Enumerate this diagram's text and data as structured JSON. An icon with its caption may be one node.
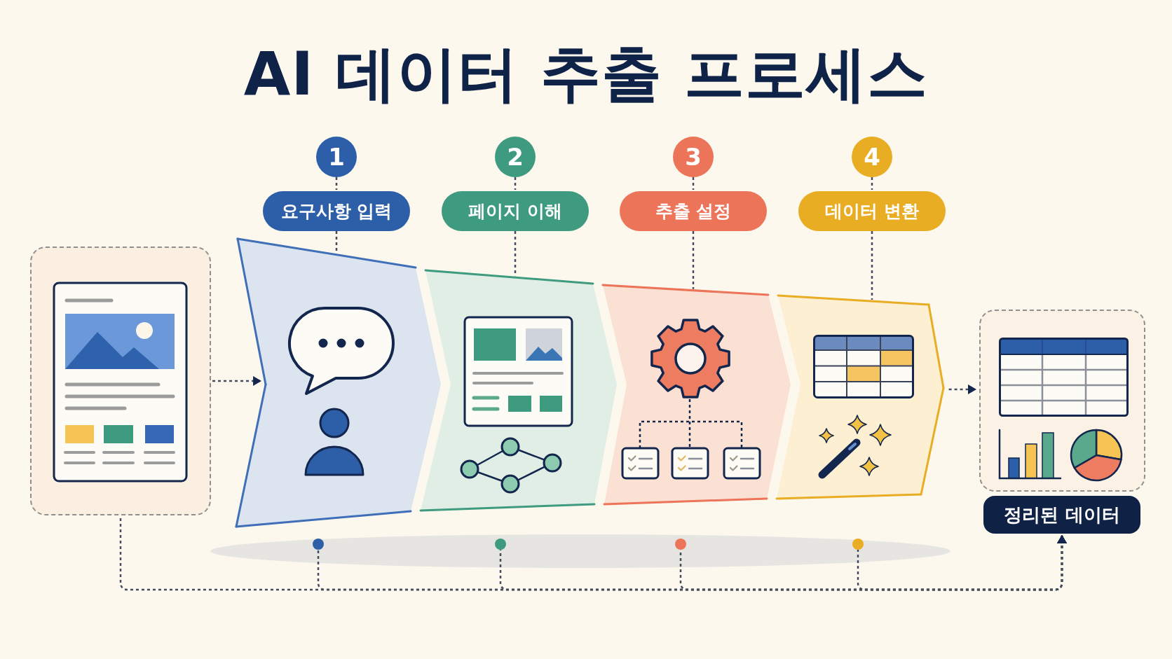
{
  "diagram": {
    "title": "AI 데이터 추출 프로세스",
    "nodes": [
      {
        "text": [],
        "shape": "picture"
      },
      {
        "text": [
          "1"
        ]
      },
      {
        "text": [
          "요구사항 입력"
        ]
      },
      {
        "text": [],
        "shape": "chevron"
      },
      {
        "text": [
          "2"
        ]
      },
      {
        "text": [
          "페이지 이해"
        ]
      },
      {
        "text": [],
        "shape": "chevron"
      },
      {
        "text": [
          "3"
        ]
      },
      {
        "text": [
          "추출 설정"
        ]
      },
      {
        "text": [],
        "shape": "chevron"
      },
      {
        "text": [
          "4"
        ]
      },
      {
        "text": [
          "데이터 변환"
        ]
      },
      {
        "text": [],
        "shape": "chevron"
      },
      {
        "text": [],
        "shape": "picture"
      },
      {
        "text": [
          "정리된 데이터"
        ]
      },
      {
        "text": [],
        "shape": "circle"
      },
      {
        "text": [],
        "shape": "circle"
      },
      {
        "text": [],
        "shape": "circle"
      },
      {
        "text": [],
        "shape": "circle"
      }
    ],
    "edges": [
      {
        "from": 0,
        "to": 3,
        "arrow": "to",
        "style": "dashed"
      },
      {
        "from": 1,
        "to": 2,
        "arrow": "none",
        "style": "dashed"
      },
      {
        "from": 2,
        "to": 3,
        "arrow": "none",
        "style": "dashed"
      },
      {
        "from": 4,
        "to": 5,
        "arrow": "none",
        "style": "dashed"
      },
      {
        "from": 5,
        "to": 6,
        "arrow": "none",
        "style": "dashed"
      },
      {
        "from": 7,
        "to": 8,
        "arrow": "none",
        "style": "dashed"
      },
      {
        "from": 8,
        "to": 9,
        "arrow": "none",
        "style": "dashed"
      },
      {
        "from": 10,
        "to": 11,
        "arrow": "none",
        "style": "dashed"
      },
      {
        "from": 11,
        "to": 12,
        "arrow": "none",
        "style": "dashed"
      },
      {
        "from": 12,
        "to": 13,
        "arrow": "to",
        "style": "dashed"
      },
      {
        "from": 0,
        "to": 14,
        "arrow": "to",
        "style": "dashed"
      },
      {
        "from": 15,
        "to": 14,
        "arrow": "to",
        "style": "dashed"
      },
      {
        "from": 16,
        "to": 14,
        "arrow": "to",
        "style": "dashed"
      },
      {
        "from": 17,
        "to": 14,
        "arrow": "to",
        "style": "dashed"
      },
      {
        "from": 18,
        "to": 14,
        "arrow": "to",
        "style": "dashed"
      }
    ]
  }
}
